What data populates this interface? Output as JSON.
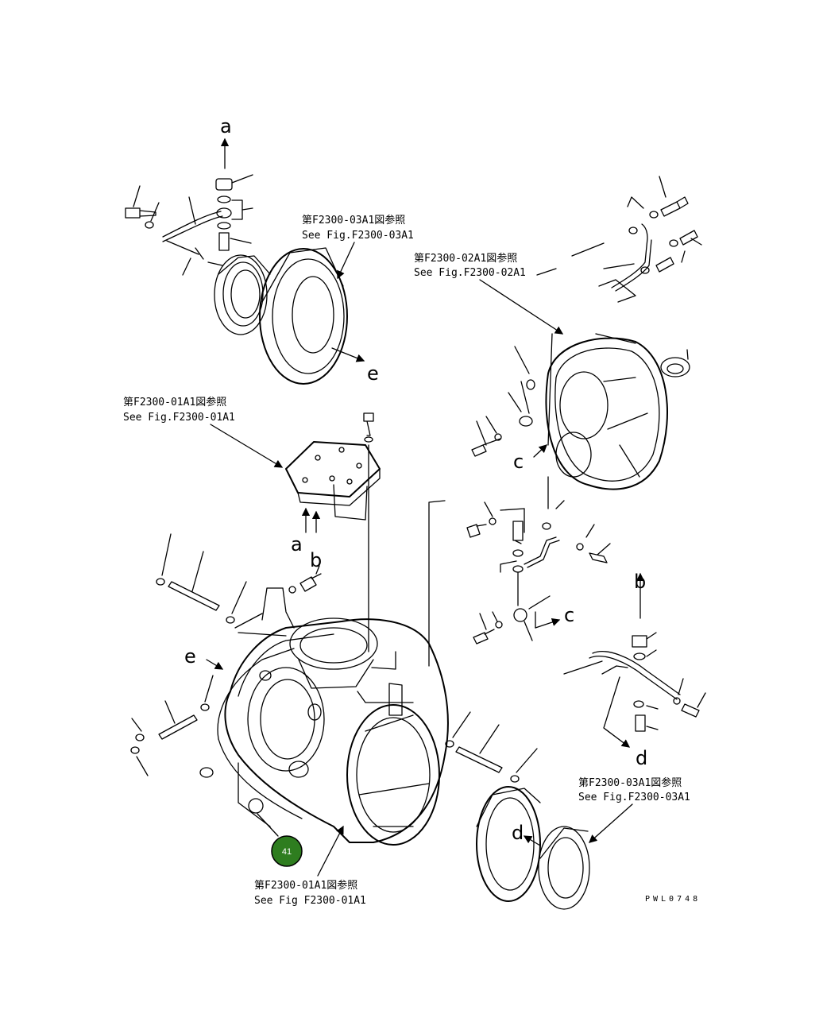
{
  "refs": {
    "ref_03a1_top": {
      "jp": "第F2300-03A1図参照",
      "en": "See Fig.F2300-03A1"
    },
    "ref_02a1": {
      "jp": "第F2300-02A1図参照",
      "en": "See Fig.F2300-02A1"
    },
    "ref_01a1_mid": {
      "jp": "第F2300-01A1図参照",
      "en": "See Fig.F2300-01A1"
    },
    "ref_03a1_bottom": {
      "jp": "第F2300-03A1図参照",
      "en": "See Fig.F2300-03A1"
    },
    "ref_01a1_bottom": {
      "jp": "第F2300-01A1図参照",
      "en": "See Fig F2300-01A1"
    }
  },
  "letters": {
    "a": "a",
    "b": "b",
    "c": "c",
    "d": "d",
    "e": "e"
  },
  "callout": {
    "number": "41",
    "color": "#2e7d1f"
  },
  "drawing_code": "PWL0748"
}
